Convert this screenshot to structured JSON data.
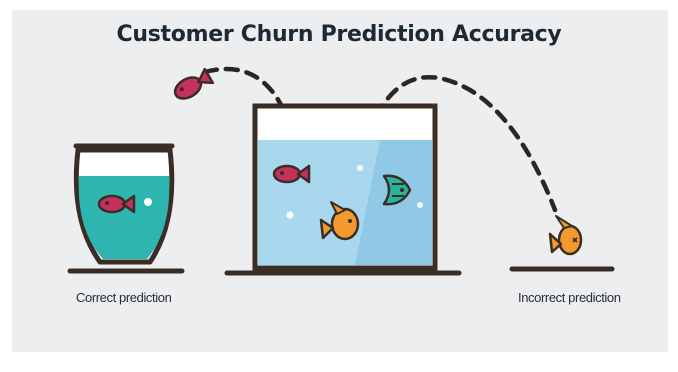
{
  "title": "Customer Churn Prediction Accuracy",
  "labels": {
    "left": "Correct prediction",
    "right": "Incorrect prediction"
  },
  "icons": [
    "fishbowl-icon",
    "aquarium-tank-icon",
    "pink-fish-icon",
    "goldfish-icon",
    "green-fish-icon",
    "leaping-fish-icon",
    "stranded-goldfish-icon"
  ],
  "colors": {
    "background": "#eceef0",
    "outline": "#3a2d26",
    "water": "#2fb5b0",
    "tank_water": "#a9d8ee",
    "pink_fish": "#c6305c",
    "goldfish": "#f29a2e",
    "green_fish": "#2bb39a"
  }
}
